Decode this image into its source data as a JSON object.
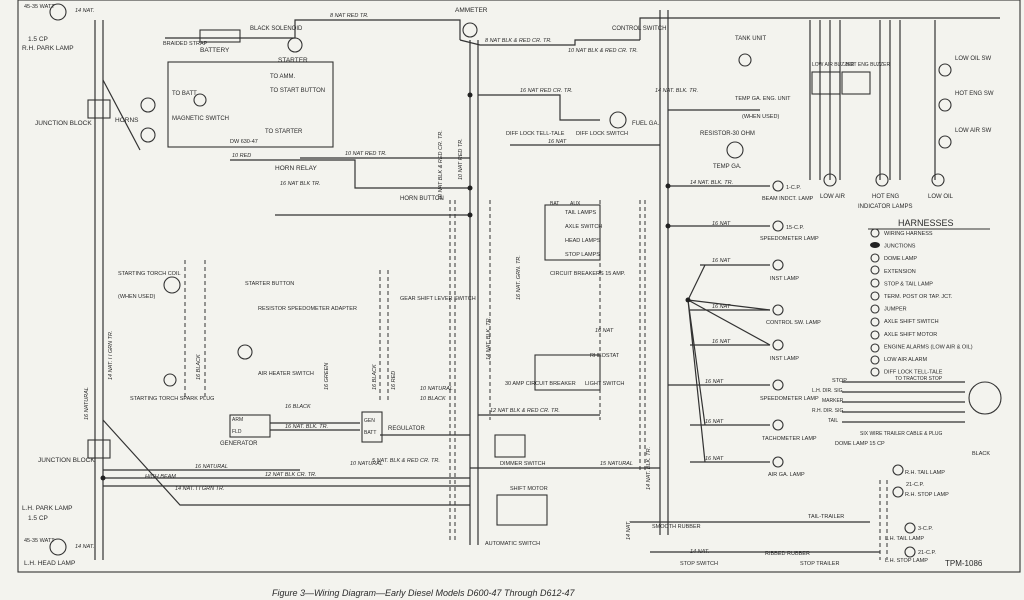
{
  "labels": {
    "rh_park_watt": "45-35 WATT",
    "rh_park_lamp": "R.H. PARK LAMP",
    "rh_park_cp": "1.5 CP",
    "junction_block_top": "JUNCTION BLOCK",
    "horns": "HORNS",
    "battery": "BATTERY",
    "braided_strap": "BRAIDED STRAP",
    "black_solenoid": "BLACK SOLENOID",
    "starter": "STARTER",
    "to_amm": "TO AMM.",
    "to_batt": "TO BATT.",
    "to_start_button": "TO START BUTTON",
    "magnetic_switch": "MAGNETIC SWITCH",
    "to_starter": "TO STARTER",
    "dw": "DW 630-47",
    "horn_relay": "HORN RELAY",
    "horn_button": "HORN BUTTON",
    "ammeter": "AMMETER",
    "control_switch": "CONTROL SWITCH",
    "tank_unit": "TANK UNIT",
    "fuel_ga": "FUEL GA.",
    "temp_ga_eng_unit": "TEMP GA. ENG. UNIT",
    "when_used": "(WHEN USED)",
    "resistor_30": "RESISTOR-30 OHM",
    "temp_ga": "TEMP GA.",
    "diff_lock_tell_tale": "DIFF LOCK TELL-TALE",
    "diff_lock_switch": "DIFF LOCK SWITCH",
    "low_air_buzzer": "LOW AIR BUZZER",
    "hot_eng_buzzer": "HOT ENG BUZZER",
    "low_oil_sw": "LOW OIL SW",
    "hot_eng_sw": "HOT ENG SW",
    "low_air_sw": "LOW AIR SW",
    "low_air": "LOW AIR",
    "hot_eng": "HOT ENG",
    "low_oil": "LOW OIL",
    "indicator_lamps": "INDICATOR LAMPS",
    "beam_indct_lamp": "BEAM INDCT. LAMP",
    "speedometer_lamp_top": "SPEEDOMETER LAMP",
    "inst_lamp_1": "INST LAMP",
    "control_sw_lamp": "CONTROL SW. LAMP",
    "inst_lamp_2": "INST LAMP",
    "speedometer_lamp_2": "SPEEDOMETER LAMP",
    "tachometer_lamp": "TACHOMETER LAMP",
    "air_ga_lamp": "AIR GA. LAMP",
    "tail_lamps": "TAIL LAMPS",
    "axle_switch": "AXLE SWITCH",
    "head_lamps": "HEAD LAMPS",
    "stop_lamps": "STOP LAMPS",
    "circuit_breakers": "CIRCUIT BREAKERS 15 AMP.",
    "bat": "BAT",
    "aux": "AUX",
    "rheostat": "RHEOSTAT",
    "breaker_30": "30 AMP CIRCUIT BREAKER",
    "light_switch": "LIGHT SWITCH",
    "dimmer_switch": "DIMMER SWITCH",
    "shift_motor": "SHIFT MOTOR",
    "automatic_switch": "AUTOMATIC SWITCH",
    "starting_torch_coil": "STARTING TORCH COIL",
    "starting_torch_plug": "STARTING TORCH SPARK PLUG",
    "starter_button": "STARTER BUTTON",
    "resistor_speedo": "RESISTOR SPEEDOMETER ADAPTER",
    "air_heater_switch": "AIR HEATER SWITCH",
    "gear_shift_lever": "GEAR SHIFT LEVER SWITCH",
    "generator": "GENERATOR",
    "regulator": "REGULATOR",
    "arm": "ARM",
    "fld": "FLD",
    "gen": "GEN",
    "batt": "BATT",
    "junction_block_bottom": "JUNCTION BLOCK",
    "lh_park_lamp": "L.H. PARK LAMP",
    "lh_park_cp": "1.5 CP",
    "lh_head_watt": "45-35 WATT",
    "lh_head_lamp": "L.H. HEAD LAMP",
    "smooth_rubber": "SMOOTH RUBBER",
    "tail_trailer": "TAIL-TRAILER",
    "ribbed_rubber": "RIBBED RUBBER",
    "stop_trailer": "STOP TRAILER",
    "stop_switch": "STOP SWITCH",
    "dome_lamp": "DOME LAMP 15 CP",
    "rh_tail_lamp": "R.H. TAIL LAMP",
    "rh_stop_lamp": "R.H. STOP LAMP",
    "lh_tail_lamp": "L.H. TAIL LAMP",
    "lh_stop_lamp": "L.H. STOP LAMP",
    "trailer_cable": "SIX WIRE TRAILER CABLE & PLUG",
    "to_tractor_stop": "TO TRACTOR STOP",
    "stop": "STOP",
    "lh_dir_sig": "L.H. DIR. SIG.",
    "marker": "MARKER",
    "rh_dir_sig": "R.H. DIR. SIG.",
    "tail": "TAIL",
    "black_right": "BLACK",
    "tpm": "TPM-1086",
    "caption": "Figure 3—Wiring Diagram—Early Diesel Models D600-47 Through D612-47"
  },
  "wire_labels": {
    "w1": "14 NAT.",
    "w2": "8 NAT RED TR.",
    "w3": "8 NAT BLK & RED CR. TR.",
    "w4": "10 NAT BLK & RED CR. TR.",
    "w5": "10 NAT RED TR.",
    "w6": "16 NAT BLK TR.",
    "w7": "16 NAT RED CR. TR.",
    "w8": "16 NAT",
    "w9": "16 BLACK",
    "w10": "16 NAT. BLK. TR.",
    "w11": "16 NATURAL",
    "w12": "12 NAT BLK CR. TR.",
    "w13": "14 NAT. I I GRN TR.",
    "w14": "HIGH BEAM",
    "w15": "12 NAT BLK & RED CR. TR.",
    "w16": "10 RED",
    "w17": "10 BLACK",
    "w18": "10 NATURAL",
    "w19": "14 NAT. BLK. TR.",
    "w20": "16 NATURAL",
    "w21": "16 GREEN",
    "w22": "16 RED",
    "w23": "16 BLACK",
    "w24": "15 NATURAL",
    "w25": "5 NAT. BLK & RED CR. TR.",
    "w26": "10 NATURAL",
    "w27": "14 NAT. BLK. TR.",
    "w28": "16 NAT. GRN. TR."
  },
  "harness_legend": {
    "title": "HARNESSES",
    "items": [
      {
        "key": "1",
        "label": "WIRING HARNESS"
      },
      {
        "key": "●",
        "label": "JUNCTIONS"
      },
      {
        "key": "3",
        "label": "DOME LAMP"
      },
      {
        "key": "4",
        "label": "EXTENSION"
      },
      {
        "key": "5",
        "label": "STOP & TAIL LAMP"
      },
      {
        "key": "6",
        "label": "TERM. POST OR TAP. JCT."
      },
      {
        "key": "7",
        "label": "JUMPER"
      },
      {
        "key": "8",
        "label": "AXLE SHIFT SWITCH"
      },
      {
        "key": "9",
        "label": "AXLE SHIFT MOTOR"
      },
      {
        "key": "10",
        "label": "ENGINE ALARMS (LOW AIR & OIL)"
      },
      {
        "key": "11",
        "label": "LOW AIR ALARM"
      },
      {
        "key": "12",
        "label": "DIFF LOCK TELL-TALE"
      }
    ]
  },
  "lamp_ratings": {
    "cp1": "1-C.P.",
    "cp2": "15-C.P.",
    "cp3": "21-C.P.",
    "cp4": "3-C.P."
  }
}
